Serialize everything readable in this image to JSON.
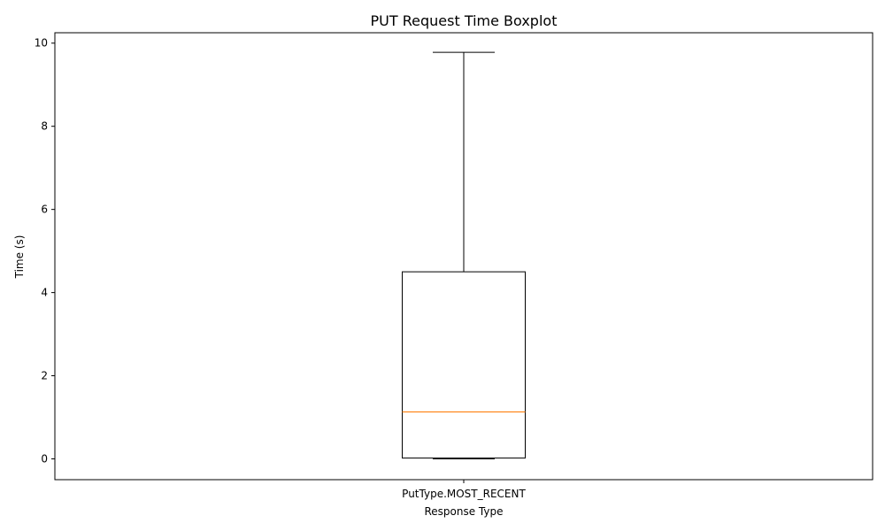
{
  "chart_data": {
    "type": "boxplot",
    "title": "PUT Request Time Boxplot",
    "xlabel": "Response Type",
    "ylabel": "Time (s)",
    "ylim": [
      -0.5,
      10.25
    ],
    "yticks": [
      0,
      2,
      4,
      6,
      8,
      10
    ],
    "grid": false,
    "series": [
      {
        "category": "PutType.MOST_RECENT",
        "whisker_low": 0.0,
        "q1": 0.02,
        "median": 1.13,
        "q3": 4.5,
        "whisker_high": 9.78
      }
    ],
    "colors": {
      "box": "#000000",
      "median": "#ff7f0e",
      "whisker": "#000000"
    }
  }
}
